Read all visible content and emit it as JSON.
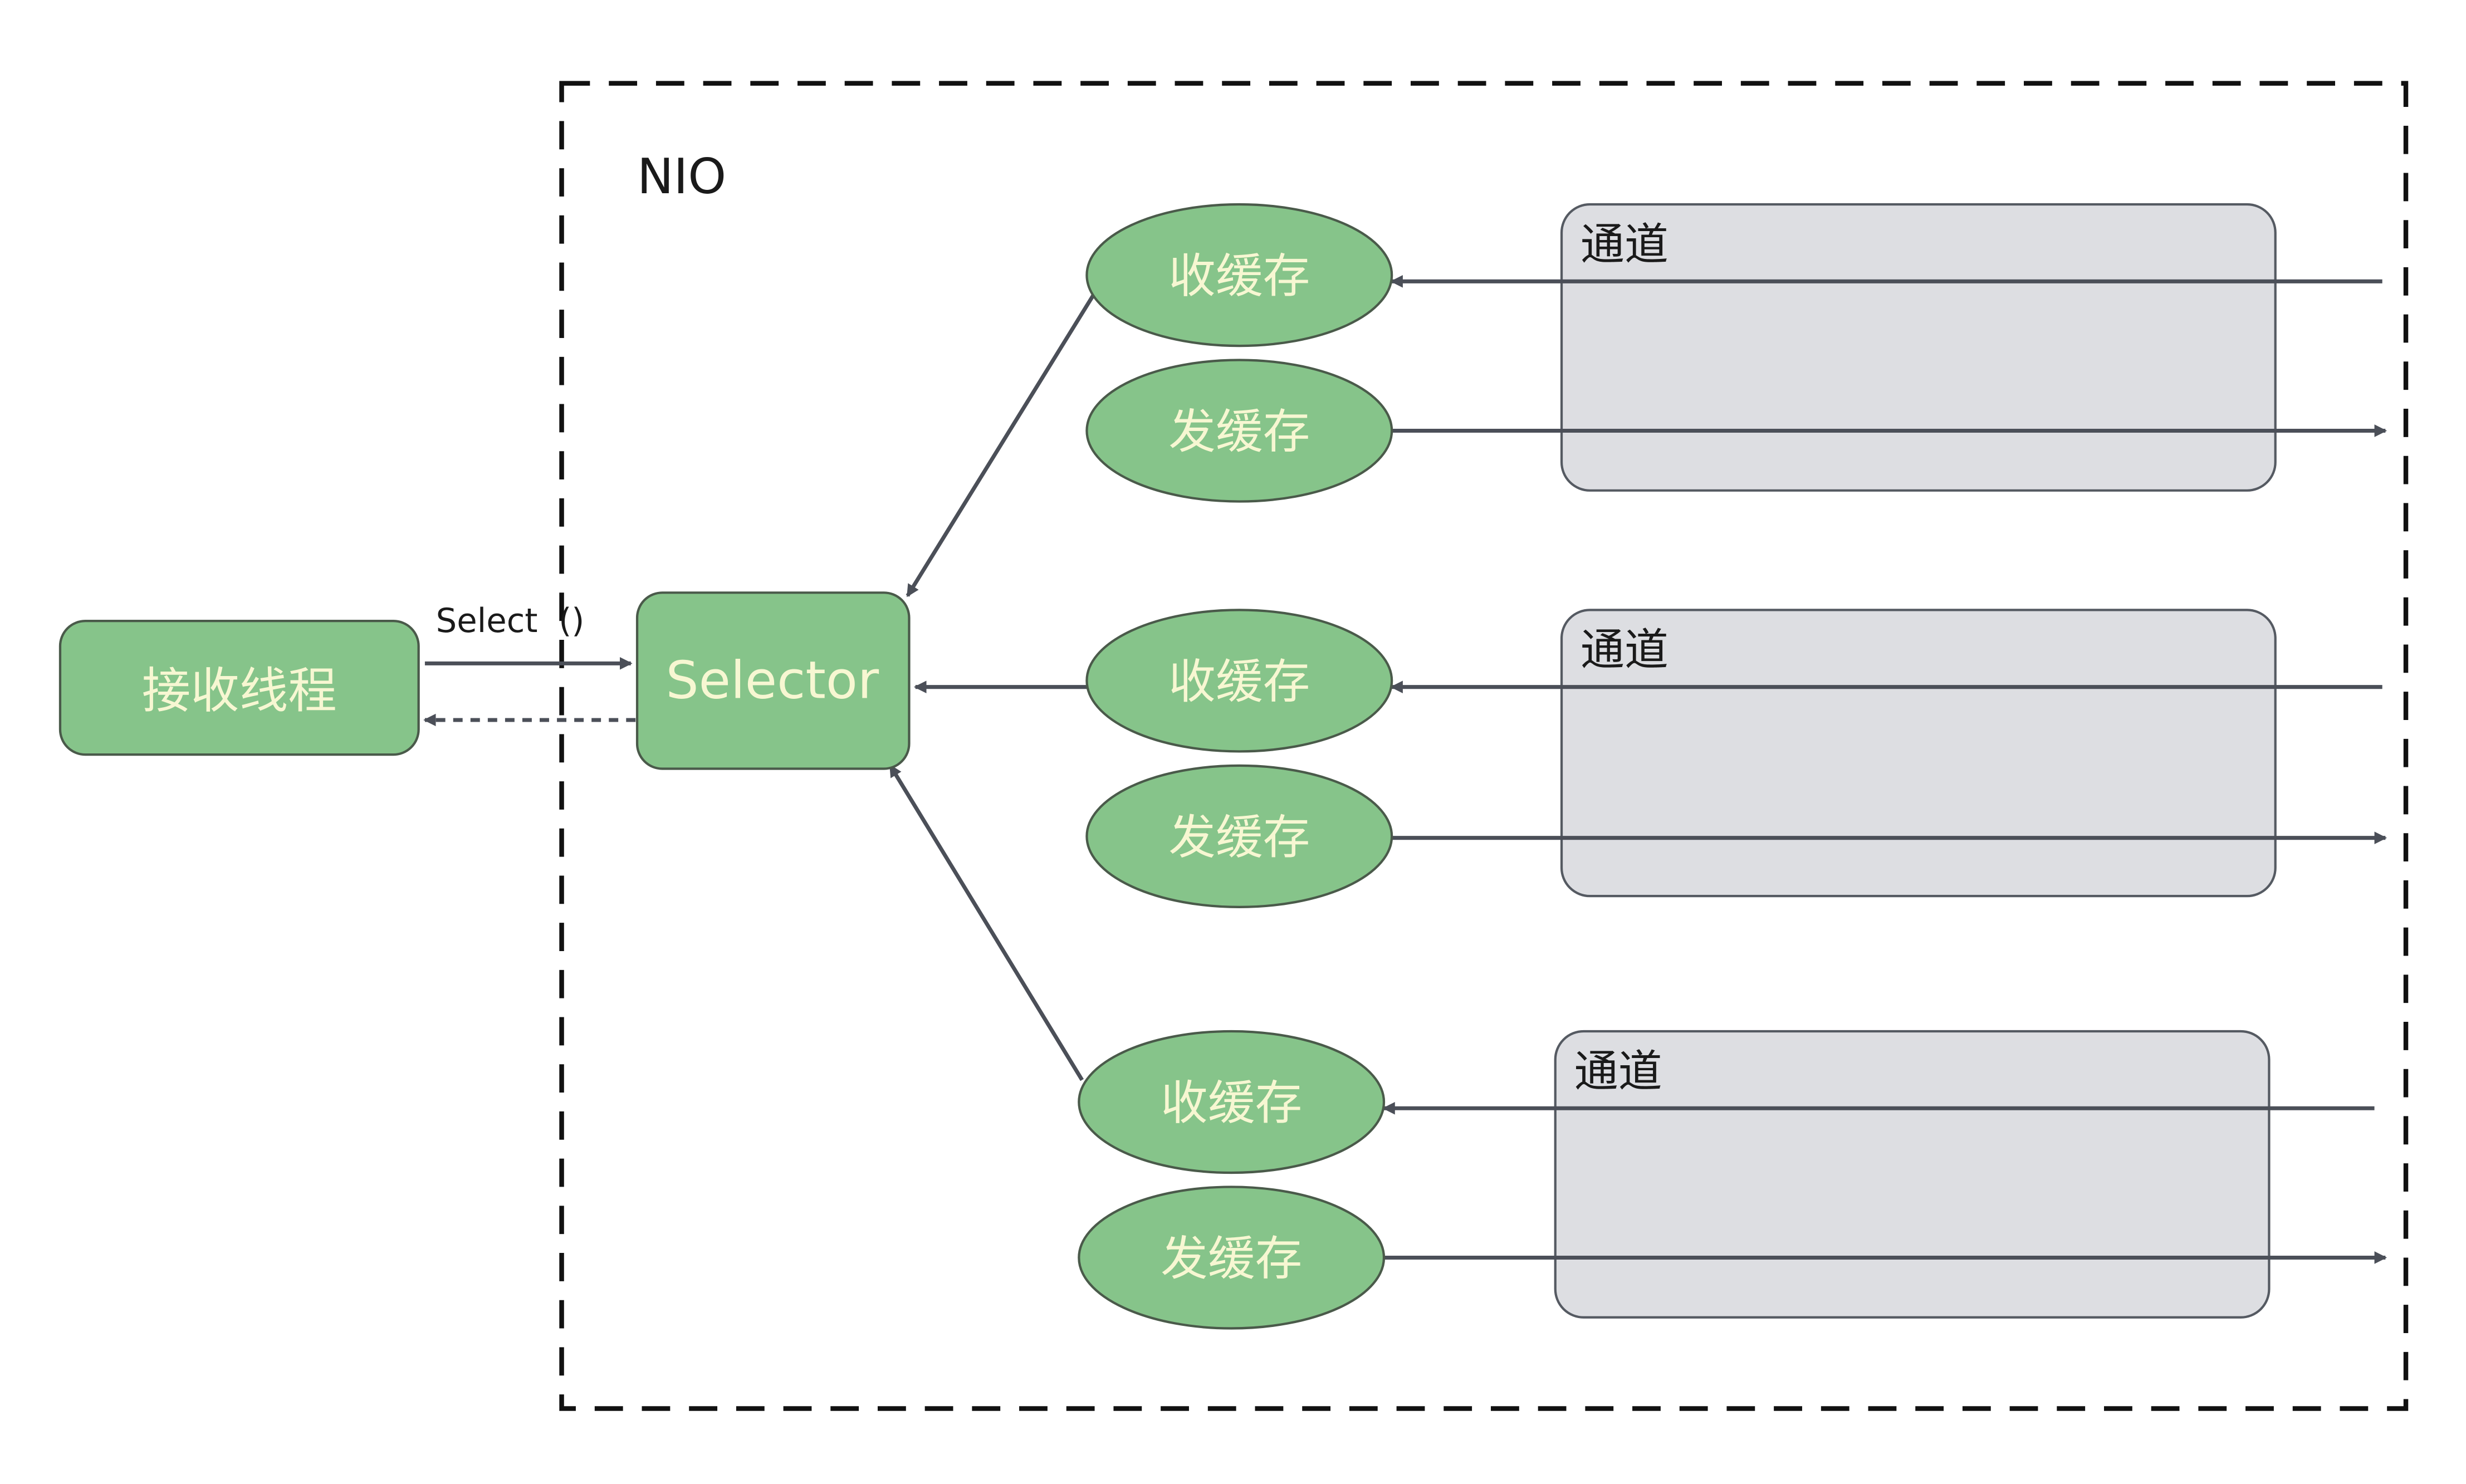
{
  "nio_label": "NIO",
  "receiver_thread_label": "接收线程",
  "selector_label": "Selector",
  "select_call_label": "Select  ()",
  "channel_label": "通道",
  "recv_buffer_label": "收缓存",
  "send_buffer_label": "发缓存",
  "channels": [
    {
      "label": "通道",
      "recv_label": "收缓存",
      "send_label": "发缓存"
    },
    {
      "label": "通道",
      "recv_label": "收缓存",
      "send_label": "发缓存"
    },
    {
      "label": "通道",
      "recv_label": "收缓存",
      "send_label": "发缓存"
    }
  ],
  "colors": {
    "green_fill": "#86c48a",
    "green_stroke": "#4a5a4a",
    "green_text": "#f7f7d2",
    "channel_fill": "#dddee2",
    "channel_stroke": "#555a62",
    "arrow": "#4b4f58",
    "border": "#111111"
  }
}
